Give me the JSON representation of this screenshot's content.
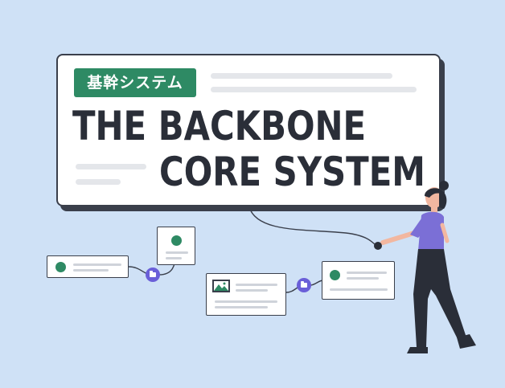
{
  "banner": {
    "tag_label": "基幹システム",
    "headline_line1": "THE BACKBONE",
    "headline_line2": "CORE SYSTEM"
  },
  "colors": {
    "background": "#cfe1f6",
    "accent_green": "#2e8a64",
    "node_purple": "#6a5fd8",
    "outline_dark": "#3a3f4b",
    "shirt_purple": "#7b6fd6",
    "pants_dark": "#2a2e38"
  },
  "icons": [
    "status-dot-icon",
    "folder-icon",
    "image-icon"
  ]
}
